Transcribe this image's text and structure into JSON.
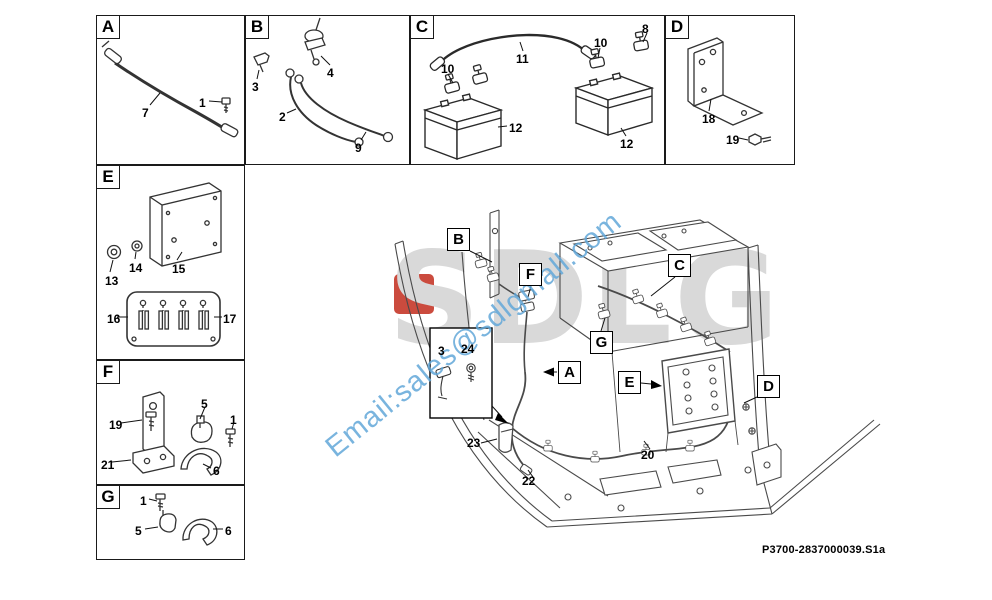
{
  "meta": {
    "drawing_code": "P3700-2837000039.S1a"
  },
  "watermark": {
    "email_text": "Email:sales@sdlgmall.com",
    "logo_text": "SDLG",
    "logo_color": "#d9d9d9",
    "logo_accent_color": "#cb4b3e",
    "email_color": "#61a7d8"
  },
  "panels": {
    "A": {
      "letter": "A",
      "labels": {
        "n7": "7",
        "n1": "1"
      }
    },
    "B": {
      "letter": "B",
      "labels": {
        "n3": "3",
        "n2": "2",
        "n4": "4",
        "n9": "9"
      }
    },
    "C": {
      "letter": "C",
      "labels": {
        "n11": "11",
        "n10a": "10",
        "n10b": "10",
        "n8": "8",
        "n12a": "12",
        "n12b": "12"
      }
    },
    "D": {
      "letter": "D",
      "labels": {
        "n18": "18",
        "n19": "19"
      }
    },
    "E": {
      "letter": "E",
      "labels": {
        "n13": "13",
        "n14": "14",
        "n15": "15",
        "n16": "16",
        "n17": "17"
      }
    },
    "F": {
      "letter": "F",
      "labels": {
        "n19": "19",
        "n5": "5",
        "n1": "1",
        "n21": "21",
        "n6": "6"
      }
    },
    "G": {
      "letter": "G",
      "labels": {
        "n1": "1",
        "n5": "5",
        "n6": "6"
      }
    }
  },
  "assembly": {
    "callouts": {
      "B": "B",
      "F": "F",
      "C": "C",
      "G": "G",
      "A": "A",
      "E": "E",
      "D": "D"
    },
    "labels": {
      "n3": "3",
      "n24": "24",
      "n23": "23",
      "n22": "22",
      "n20": "20"
    }
  }
}
